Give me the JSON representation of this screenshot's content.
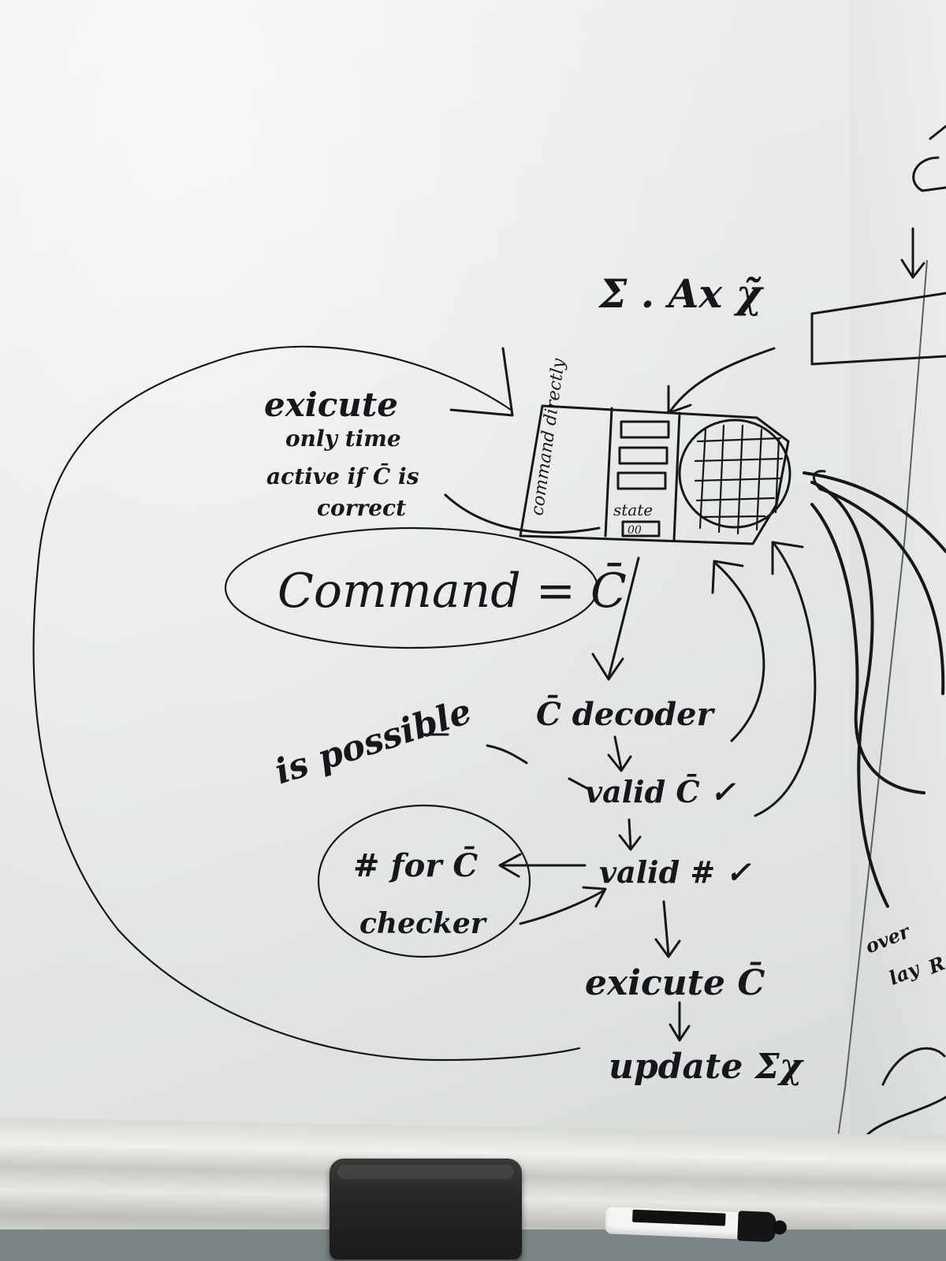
{
  "board": {
    "note_lines": [
      "exicute",
      "only time",
      "active if C̄ is",
      "correct"
    ],
    "command_equation": "Command = C̄",
    "is_possible": "is possible",
    "box_label_left": "command directly",
    "box_label_state": "state",
    "box_label_small": "00",
    "top_symbols": "Σ . Ax χ̃",
    "flow_steps": [
      "C̄ decoder",
      "valid C̄ ✓",
      "valid # ✓",
      "exicute C̄",
      "update Σχ"
    ],
    "checker_lines": [
      "# for C̄",
      "checker"
    ],
    "right_edge_lines": [
      "over",
      "lay",
      "R"
    ]
  },
  "colors": {
    "ink": "#16171a",
    "board": "#e6e9e8",
    "tray": "#d6d6d1",
    "eraser": "#262626",
    "marker_cap": "#151515"
  }
}
